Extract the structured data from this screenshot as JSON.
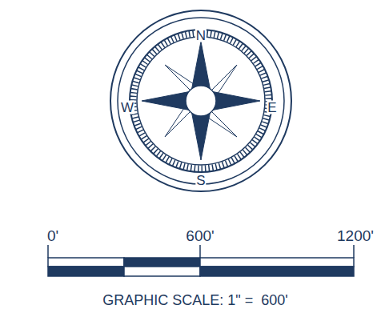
{
  "diagram": {
    "labels": [
      "N",
      "W",
      "E",
      "S",
      "0'",
      "600'",
      "1200'",
      "GRAPHIC SCALE: 1\" =  600'"
    ]
  }
}
